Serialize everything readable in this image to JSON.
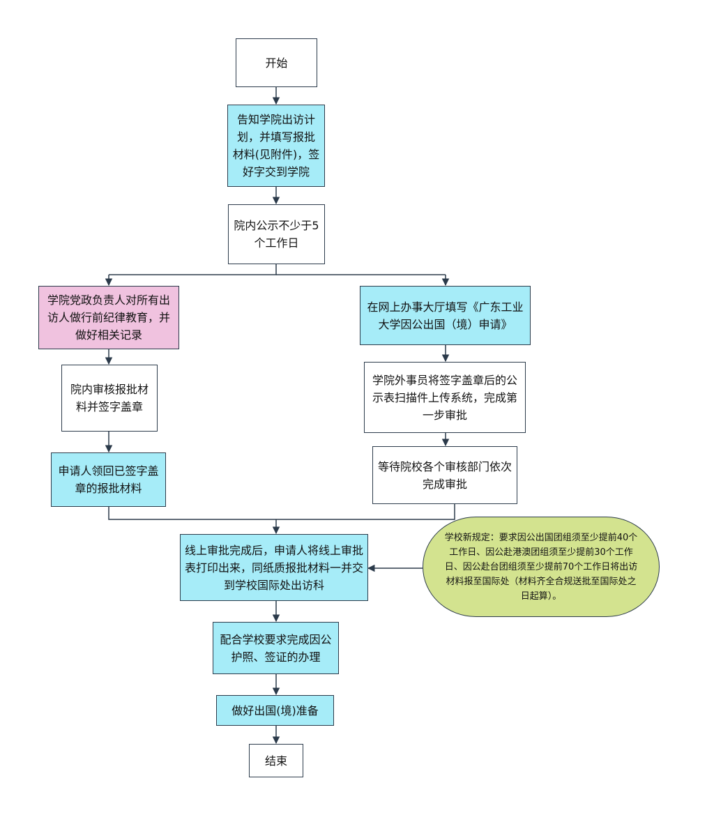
{
  "nodes": {
    "start": "开始",
    "inform_plan": "告知学院出访计划，并填写报批材料(见附件)，签好字交到学院",
    "publicity": "院内公示不少于5个工作日",
    "discipline_education": "学院党政负责人对所有出访人做行前纪律教育，并做好相关记录",
    "online_apply": "在网上办事大厅填写《广东工业大学因公出国（境）申请》",
    "college_review": "院内审核报批材料并签字盖章",
    "upload_scan": "学院外事员将签字盖章后的公示表扫描件上传系统，完成第一步审批",
    "receive_materials": "申请人领回已签字盖章的报批材料",
    "wait_approval": "等待院校各个审核部门依次完成审批",
    "submit_print": "线上审批完成后，申请人将线上审批表打印出来，同纸质报批材料一并交到学校国际处出访科",
    "passport_visa": "配合学校要求完成因公护照、签证的办理",
    "prepare": "做好出国(境)准备",
    "end": "结束"
  },
  "note": "学校新规定：要求因公出国团组须至少提前40个工作日、因公赴港澳团组须至少提前30个工作日、因公赴台团组须至少提前70个工作日将出访材料报至国际处（材料齐全合规送批至国际处之日起算）。",
  "colors": {
    "box_white": "#ffffff",
    "box_cyan": "#a6ecf8",
    "box_pink": "#f0c2df",
    "note_fill": "#d3e38f",
    "line": "#2b3a4a"
  }
}
